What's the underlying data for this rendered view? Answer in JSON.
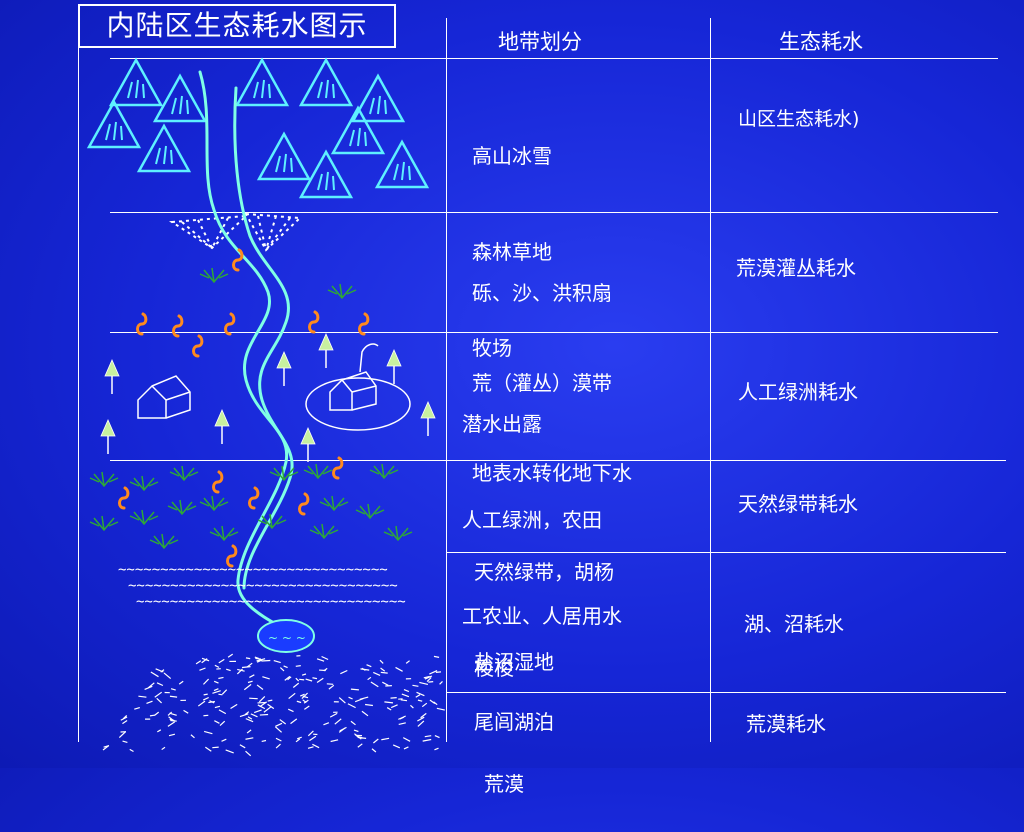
{
  "title": "内陆区生态耗水图示",
  "headers": {
    "zone": "地带划分",
    "water": "生态耗水"
  },
  "rows": [
    {
      "zone_lines": [
        "高山冰雪",
        "森林草地",
        "牧场"
      ],
      "water": "山区生态耗水)"
    },
    {
      "zone_lines": [
        "砾、沙、洪积扇",
        "荒（灌丛）漠带",
        "地表水转化地下水"
      ],
      "water": "荒漠灌丛耗水"
    },
    {
      "zone_lines": [
        "潜水出露",
        "人工绿洲，农田",
        "工农业、人居用水"
      ],
      "water": "人工绿洲耗水"
    },
    {
      "zone_lines": [
        "天然绿带，胡杨",
        "梭梭"
      ],
      "water": "天然绿带耗水"
    },
    {
      "zone_lines": [
        "盐沼湿地"
      ],
      "water": "湖、沼耗水"
    },
    {
      "zone_lines": [
        "尾闾湖泊"
      ],
      "water": ""
    },
    {
      "zone_lines": [
        "荒漠"
      ],
      "water": "荒漠耗水"
    }
  ],
  "colors": {
    "background": "#1626d6",
    "river": "#7fffe6",
    "mountain": "#5ef0ff",
    "shrub": "#ff8a1e",
    "tree": "#c8f0a0",
    "grass": "#2ea836",
    "lines": "#ffffff"
  }
}
